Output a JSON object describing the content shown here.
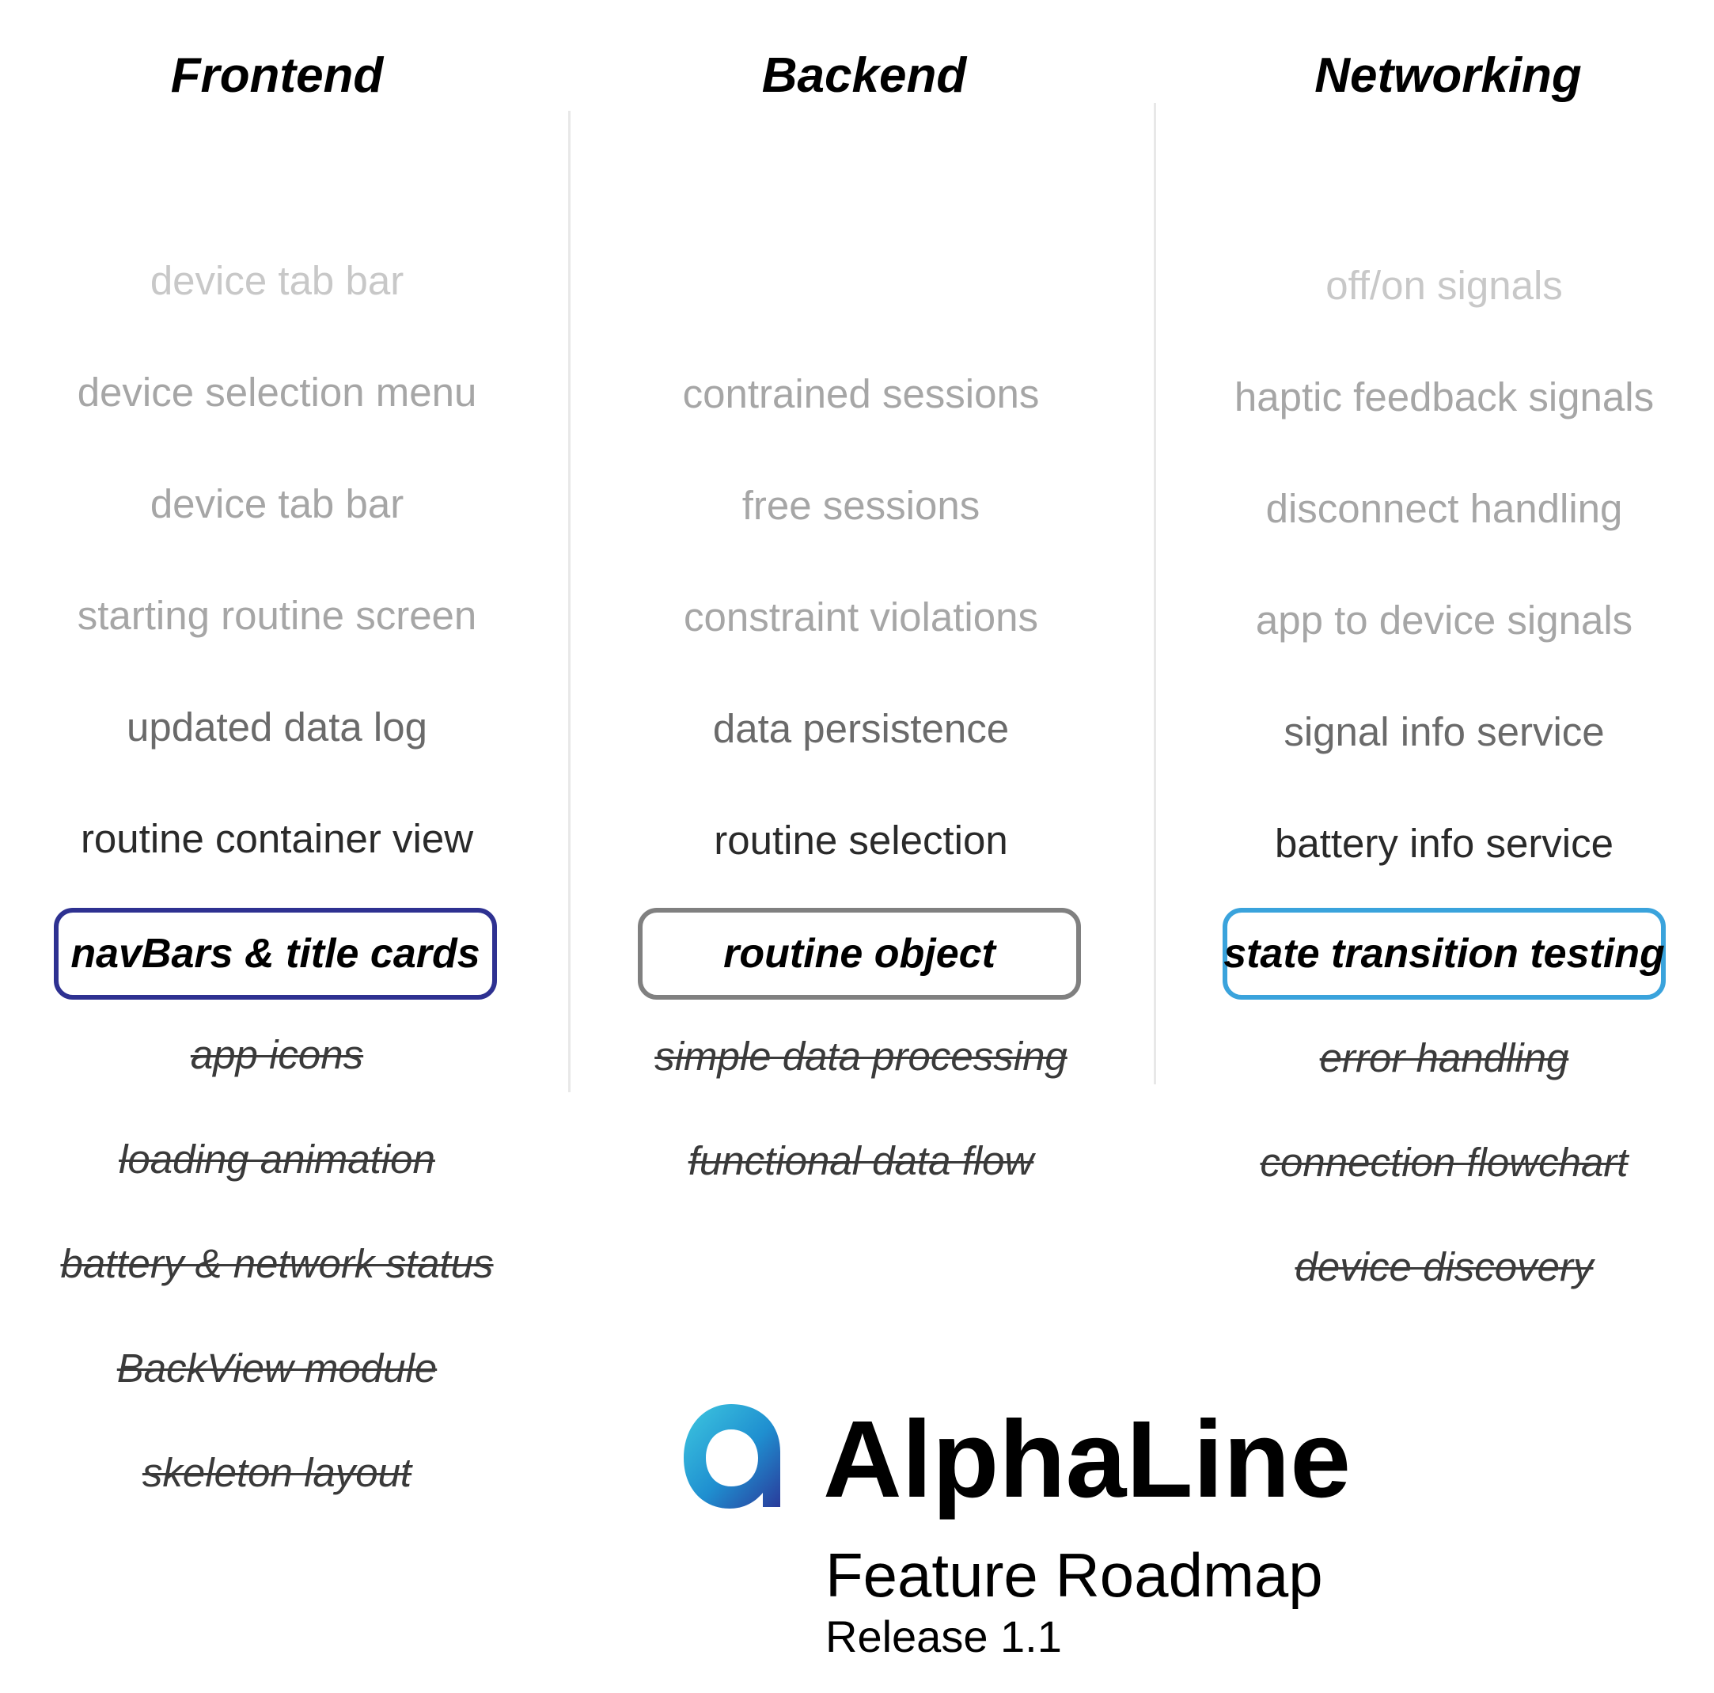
{
  "colors": {
    "frontend_accent": "#2e3191",
    "backend_accent": "#808080",
    "networking_accent": "#3aa3dc",
    "logo_gradient_start": "#3ec8e0",
    "logo_gradient_end": "#2a3a9a"
  },
  "columns": [
    {
      "title": "Frontend",
      "planned": [
        "device tab bar",
        "device selection menu",
        "device tab bar",
        "starting routine screen",
        "updated data log",
        "routine container view"
      ],
      "current": "navBars & title cards",
      "completed": [
        "app icons",
        "loading animation",
        "battery & network status",
        "BackView module",
        "skeleton layout"
      ]
    },
    {
      "title": "Backend",
      "planned": [
        "contrained sessions",
        "free sessions",
        "constraint violations",
        "data persistence",
        "routine selection"
      ],
      "current": "routine object",
      "completed": [
        "simple data processing",
        "functional data flow"
      ]
    },
    {
      "title": "Networking",
      "planned": [
        "off/on signals",
        "haptic feedback signals",
        "disconnect handling",
        "app to device signals",
        "signal info service",
        "battery info service"
      ],
      "current": "state transition testing",
      "completed": [
        "error handling",
        "connection flowchart",
        "device discovery"
      ]
    }
  ],
  "branding": {
    "logo_icon": "alphaline-a-logo-icon",
    "name": "AlphaLine",
    "subtitle": "Feature Roadmap",
    "release": "Release 1.1"
  }
}
